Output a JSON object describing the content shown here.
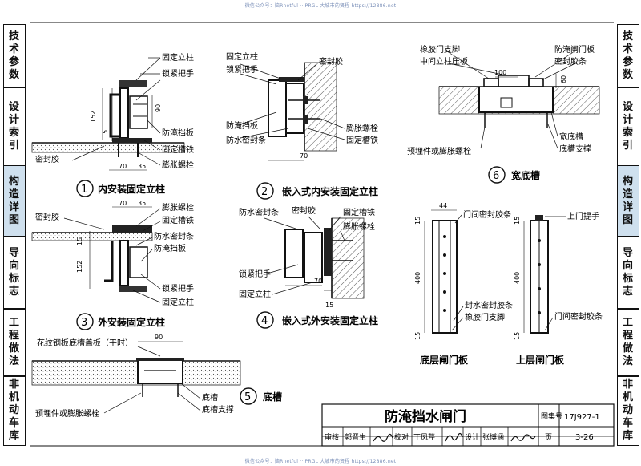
{
  "watermark": "微信公众号：脑Rnetful ·· PRGL 大城市的贤程 https://12886.net",
  "sidebar": {
    "left": [
      {
        "label": "技术参数",
        "active": false
      },
      {
        "label": "设计索引",
        "active": false
      },
      {
        "label": "构造详图",
        "active": true
      },
      {
        "label": "导向标志",
        "active": false
      },
      {
        "label": "工程做法",
        "active": false
      },
      {
        "label": "非机动车库",
        "active": false
      }
    ],
    "right": [
      {
        "label": "技术参数",
        "active": false
      },
      {
        "label": "设计索引",
        "active": false
      },
      {
        "label": "构造详图",
        "active": true
      },
      {
        "label": "导向标志",
        "active": false
      },
      {
        "label": "工程做法",
        "active": false
      },
      {
        "label": "非机动车库",
        "active": false
      }
    ]
  },
  "details": {
    "d1": {
      "num": "1",
      "title": "内安装固定立柱",
      "labels": [
        "固定立柱",
        "锁紧把手",
        "防淹挡板",
        "固定槽铁",
        "膨胀螺栓",
        "密封胶"
      ],
      "dims": [
        "152",
        "15",
        "90",
        "70",
        "35"
      ]
    },
    "d2": {
      "num": "2",
      "title": "嵌入式内安装固定立柱",
      "labels": [
        "固定立柱",
        "锁紧把手",
        "密封胶",
        "防淹挡板",
        "防水密封条",
        "膨胀螺栓",
        "固定槽铁"
      ],
      "dims": [
        "70"
      ]
    },
    "d3": {
      "num": "3",
      "title": "外安装固定立柱",
      "labels": [
        "密封胶",
        "膨胀螺栓",
        "固定槽铁",
        "防水密封条",
        "防淹挡板",
        "锁紧把手",
        "固定立柱"
      ],
      "dims": [
        "70",
        "35",
        "15",
        "152"
      ]
    },
    "d4": {
      "num": "4",
      "title": "嵌入式外安装固定立柱",
      "labels": [
        "防水密封条",
        "密封胶",
        "固定槽铁",
        "膨胀螺栓",
        "锁紧把手",
        "固定立柱"
      ],
      "dims": [
        "70",
        "15"
      ]
    },
    "d5": {
      "num": "5",
      "title": "底槽",
      "labels": [
        "花纹钢板底槽盖板（平时）",
        "预埋件或膨胀螺栓",
        "底槽",
        "底槽支撑"
      ],
      "dims": [
        "90"
      ]
    },
    "d6": {
      "num": "6",
      "title": "宽底槽",
      "labels": [
        "橡胶门支脚",
        "中间立柱压板",
        "防淹闸门板",
        "密封胶条",
        "预埋件或膨胀螺栓",
        "宽底槽",
        "底槽支撑"
      ],
      "dims": [
        "100",
        "60"
      ]
    }
  },
  "panels": {
    "lower": {
      "title": "底层闸门板",
      "labels": [
        "门间密封胶条",
        "封水密封胶条",
        "橡胶门支脚"
      ],
      "dims": [
        "44",
        "15",
        "400",
        "15"
      ]
    },
    "upper": {
      "title": "上层闸门板",
      "labels": [
        "上门提手",
        "门间密封胶条"
      ],
      "dims": [
        "15",
        "400",
        "15"
      ]
    }
  },
  "titleblock": {
    "title": "防淹挡水闸门",
    "atlas_label": "图集号",
    "atlas_no": "17J927-1",
    "page_label": "页",
    "page_no": "3-26",
    "review_label": "审核",
    "reviewer": "郭晋生",
    "check_label": "校对",
    "checker": "丁凤芹",
    "design_label": "设计",
    "designer": "张博涵"
  }
}
